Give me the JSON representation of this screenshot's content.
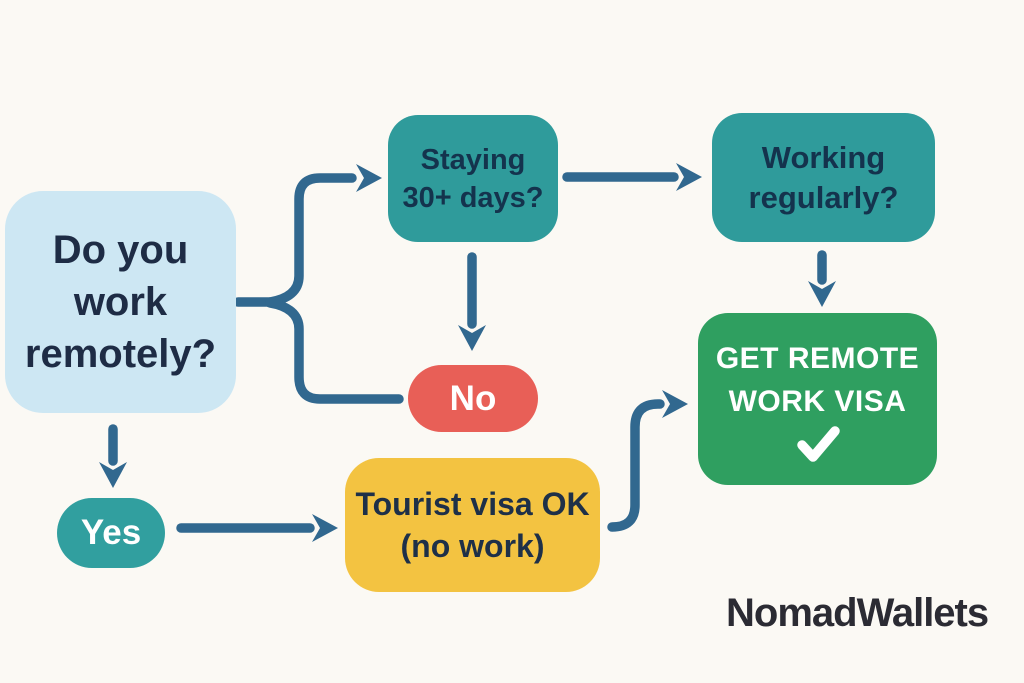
{
  "diagram": {
    "type": "flowchart",
    "nodes": {
      "start": {
        "lines": [
          "Do you",
          "work",
          "remotely?"
        ]
      },
      "staying": {
        "lines": [
          "Staying",
          "30+ days?"
        ]
      },
      "working": {
        "lines": [
          "Working",
          "regularly?"
        ]
      },
      "no": {
        "label": "No"
      },
      "yes": {
        "label": "Yes"
      },
      "tourist": {
        "lines": [
          "Tourist visa OK",
          "(no work)"
        ]
      },
      "visa": {
        "lines": [
          "GET REMOTE",
          "WORK VISA"
        ],
        "icon": "checkmark"
      }
    },
    "edges": [
      "start -> staying",
      "start -> no",
      "start -> yes",
      "staying -> working",
      "staying -> no",
      "working -> visa",
      "yes -> tourist",
      "tourist -> visa"
    ]
  },
  "brand": {
    "label": "NomadWallets"
  },
  "colors": {
    "background": "#fbf9f4",
    "connector": "#31688f",
    "start_bg": "#cde7f3",
    "question_bg": "#2f9b9b",
    "no_bg": "#e85f57",
    "yes_bg": "#319f9f",
    "tourist_bg": "#f3c341",
    "visa_bg": "#2f9f60",
    "text_dark_navy": "#1e2c45",
    "text_on_teal": "#14334d",
    "text_light": "#ffffff",
    "brand_text": "#2b2b33"
  }
}
